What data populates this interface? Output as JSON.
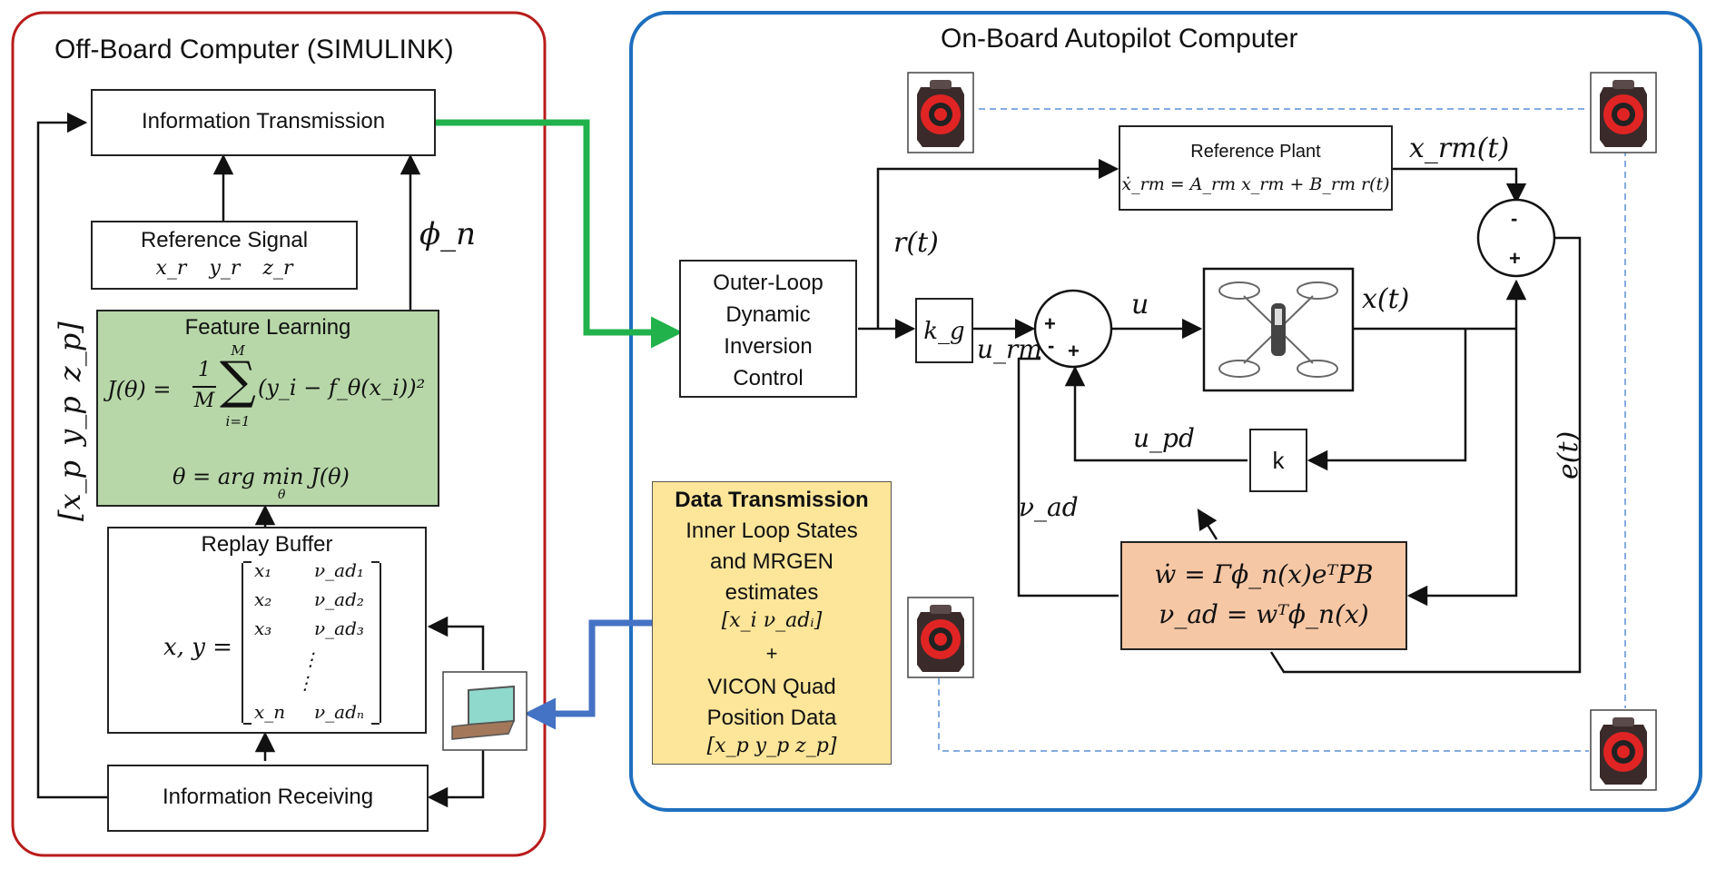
{
  "colors": {
    "offboard_border": "#b91c1c",
    "onboard_border": "#1e6fbf",
    "uplink_arrow": "#22b24c",
    "downlink_arrow": "#4472c4",
    "feature_fill": "#b7d7a8",
    "data_fill": "#fde59a",
    "adaptive_fill": "#f6c7a5",
    "vicon_dash": "#5b8fd6"
  },
  "offboard": {
    "title": "Off-Board Computer (SIMULINK)",
    "info_tx": "Information Transmission",
    "ref_signal": {
      "title": "Reference Signal",
      "vars": [
        "x_r",
        "y_r",
        "z_r"
      ]
    },
    "phi_label": "ϕ_n",
    "feature": {
      "title": "Feature Learning",
      "cost_lhs": "J(θ) =",
      "cost_frac_num": "1",
      "cost_frac_den": "M",
      "sum_top": "M",
      "sum_bottom": "i=1",
      "cost_body": "(y_i − f_θ(x_i))²",
      "argmin": "θ = arg min J(θ)",
      "argmin_sub": "θ"
    },
    "replay": {
      "title": "Replay Buffer",
      "lhs": "x, y =",
      "col1": [
        "x₁",
        "x₂",
        "x₃",
        "⋮",
        "⋮",
        "x_n"
      ],
      "col2": [
        "ν_ad₁",
        "ν_ad₂",
        "ν_ad₃",
        "",
        "",
        "ν_adₙ"
      ]
    },
    "info_rx": "Information Receiving",
    "side_vector": "[x_p   y_p   z_p]"
  },
  "onboard": {
    "title": "On-Board Autopilot Computer",
    "ref_plant": {
      "title": "Reference Plant",
      "eq": "ẋ_rm = A_rm x_rm + B_rm r(t)"
    },
    "outer_loop": [
      "Outer-Loop",
      "Dynamic",
      "Inversion",
      "Control"
    ],
    "kg": "k_g",
    "k": "k",
    "labels": {
      "r_t": "r(t)",
      "x_rm_t": "x_rm(t)",
      "u": "u",
      "x_t": "x(t)",
      "u_rm": "u_rm",
      "u_pd": "u_pd",
      "v_ad": "ν_ad",
      "e_t": "e(t)"
    },
    "sum1_signs": [
      "+",
      "-",
      "+"
    ],
    "sum2_signs": [
      "-",
      "+"
    ],
    "adaptive": {
      "line1": "ẇ = Γϕ_n(x)eᵀPB",
      "line2": "ν_ad = wᵀϕ_n(x)"
    }
  },
  "data_tx": {
    "title": "Data Transmission",
    "lines": [
      "Inner Loop States",
      "and MRGEN",
      "estimates"
    ],
    "vec1": "[x_i   ν_adᵢ]",
    "plus": "+",
    "lines2": [
      "VICON Quad",
      "Position Data"
    ],
    "vec2": "[x_p   y_p   z_p]"
  },
  "icons": [
    "vicon-camera-icon",
    "quadrotor-icon",
    "laptop-icon"
  ]
}
